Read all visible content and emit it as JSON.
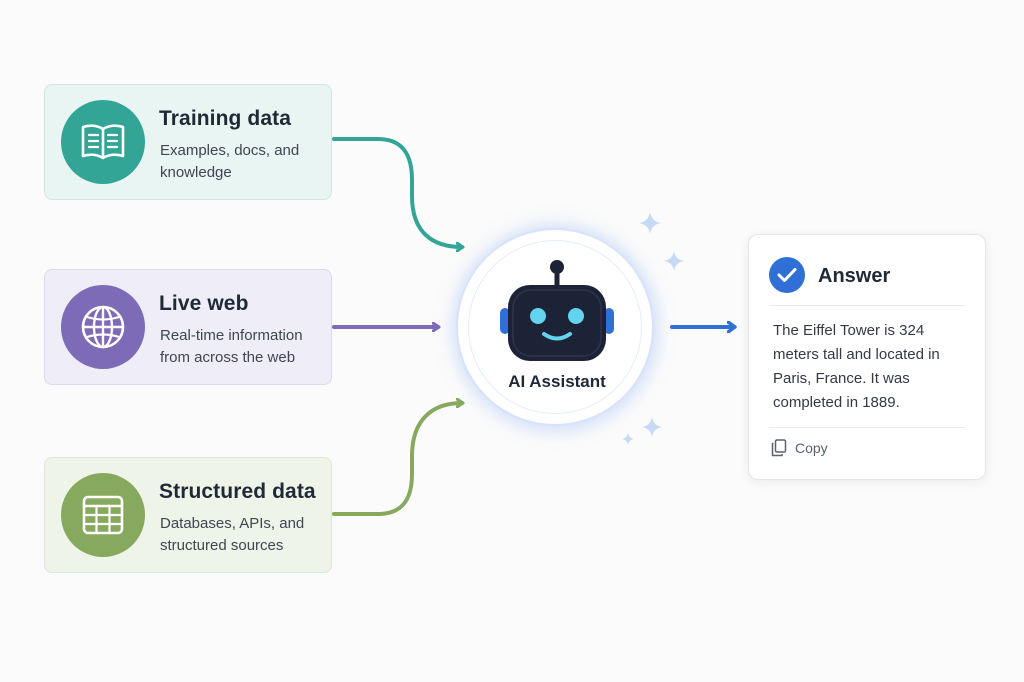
{
  "sources": [
    {
      "title": "Training data",
      "description": "Examples, docs, and knowledge",
      "icon": "book-icon",
      "color": "#33a596"
    },
    {
      "title": "Live web",
      "description": "Real-time information from across the web",
      "icon": "globe-icon",
      "color": "#7d6bb8"
    },
    {
      "title": "Structured data",
      "description": "Databases, APIs, and structured sources",
      "icon": "table-icon",
      "color": "#86a95e"
    }
  ],
  "assistant": {
    "label": "AI Assistant",
    "icon": "robot-icon"
  },
  "answer": {
    "title": "Answer",
    "icon": "check-icon",
    "text": "The Eiffel Tower is 324 meters tall and located in Paris, France. It was completed in 1889.",
    "copy_label": "Copy",
    "accent": "#2f6fd6"
  }
}
